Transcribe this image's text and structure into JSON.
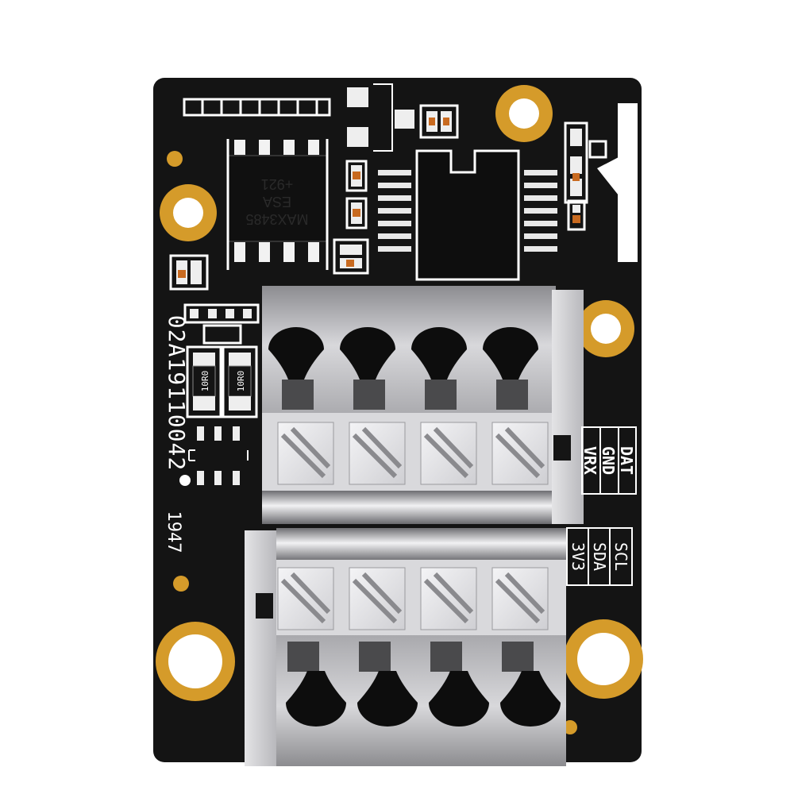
{
  "colors": {
    "pcb": "#141414",
    "silkscreen": "#ffffff",
    "gold": "#d59b2a",
    "terminal_light": "#c9c9cc",
    "terminal_dark": "#0e0e0e"
  },
  "chip": {
    "line1": "MAX3485",
    "line2": "ESA",
    "line3": "+921"
  },
  "board_id": "02A19110042",
  "date_code": "1947",
  "resistors": [
    "10R0",
    "10R0"
  ],
  "labels_top": [
    "DAT",
    "GND",
    "VRX"
  ],
  "labels_bottom": [
    "SCL",
    "SDA",
    "3V3"
  ]
}
